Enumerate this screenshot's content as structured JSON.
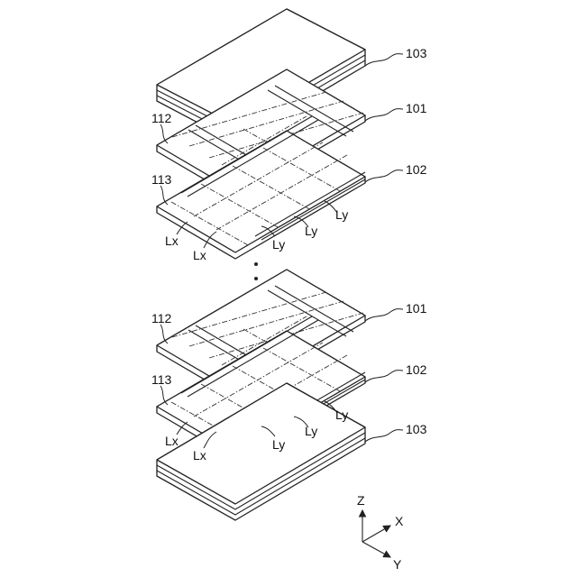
{
  "labels": {
    "top_plate": "103",
    "bottom_plate": "103",
    "sheet_101_upper": "101",
    "sheet_102_upper": "102",
    "sheet_101_lower": "101",
    "sheet_102_lower": "102",
    "ref_112_upper": "112",
    "ref_113_upper": "113",
    "ref_112_lower": "112",
    "ref_113_lower": "113",
    "lx": "Lx",
    "ly": "Ly"
  },
  "axes": {
    "z": "Z",
    "x": "X",
    "y": "Y"
  }
}
